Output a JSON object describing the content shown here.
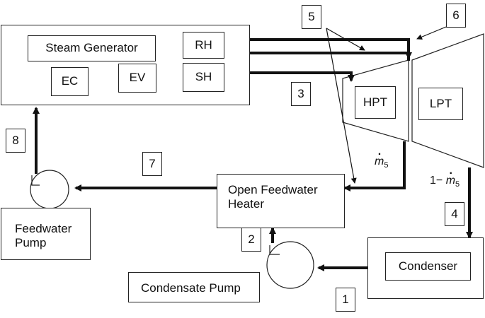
{
  "components": {
    "steam_generator": "Steam Generator",
    "rh": "RH",
    "ec": "EC",
    "ev": "EV",
    "sh": "SH",
    "hpt": "HPT",
    "lpt": "LPT",
    "open_feedwater_heater_line1": "Open Feedwater",
    "open_feedwater_heater_line2": "Heater",
    "condenser": "Condenser",
    "condensate_pump": "Condensate Pump",
    "feedwater_pump_line1": "Feedwater",
    "feedwater_pump_line2": "Pump"
  },
  "state_points": {
    "s1": "1",
    "s2": "2",
    "s3": "3",
    "s4": "4",
    "s5": "5",
    "s6": "6",
    "s7": "7",
    "s8": "8"
  },
  "flow_labels": {
    "extraction_symbol": "m",
    "extraction_subscript": "5",
    "remainder_prefix": "1−",
    "remainder_symbol": "m",
    "remainder_subscript": "5"
  }
}
